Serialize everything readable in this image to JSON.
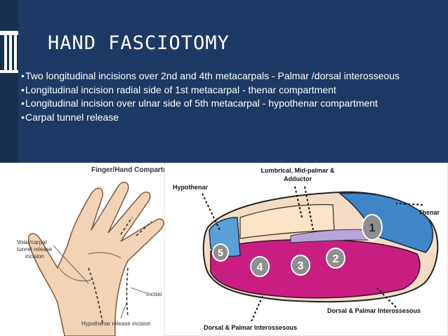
{
  "slide": {
    "title": "HAND FASCIOTOMY",
    "bullets": [
      "Two  longitudinal incisions over 2nd and 4th metacarpals  -  Palmar /dorsal interosseous",
      "Longitudinal  incision radial side of 1st metacarpal  - thenar  compartment",
      "Longitudinal   incision over ulnar side of 5th metacarpal - hypothenar compartment",
      "Carpal tunnel release"
    ]
  },
  "hand_figure": {
    "caption": "Finger/Hand Compartme",
    "labels": {
      "volar_carpal": [
        "Volar/carpal",
        "tunnel release",
        "incision"
      ],
      "incision": "Incisio",
      "hypothenar_release": "Hypothenar release incision"
    }
  },
  "cross_section": {
    "labels": {
      "lumbrical": [
        "Lumbrical, Mid-palmar &",
        "Adductor"
      ],
      "hypothenar": "Hypothenar",
      "thenar": "Thenar",
      "dorsal_palmar_right": "Dorsal & Palmar Interossesous",
      "dorsal_palmar_bottom": "Dorsal & Palmar Interossesous"
    },
    "numbers": [
      "1",
      "2",
      "3",
      "4",
      "5"
    ]
  },
  "colors": {
    "header_band": "#1c3a63",
    "hypothenar_blue": "#5aa0d8",
    "interosseous_magenta": "#c81e82",
    "thenar_blue": "#3f86c6",
    "skin_tone": "#f2d3b5"
  }
}
